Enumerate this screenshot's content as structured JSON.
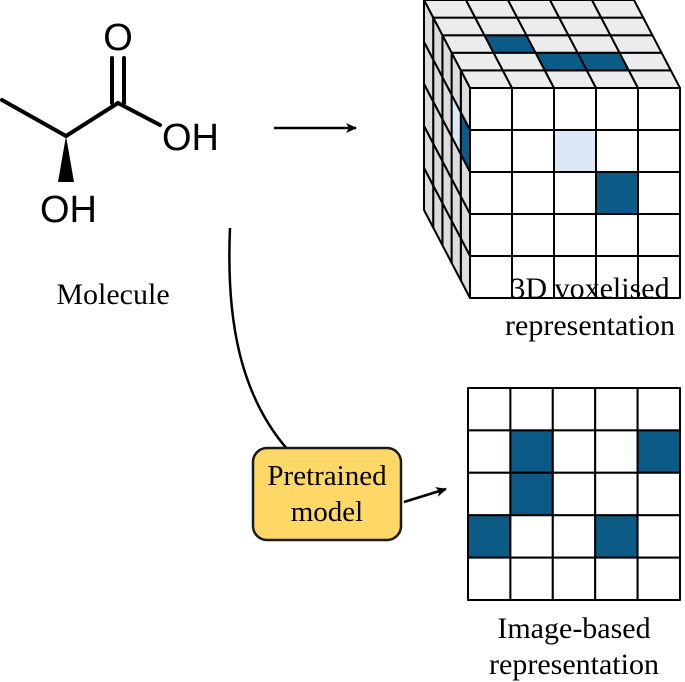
{
  "molecule": {
    "atom_o": "O",
    "atom_oh_acid": "OH",
    "atom_oh_alcohol": "OH",
    "caption": "Molecule"
  },
  "voxel": {
    "caption_line1": "3D voxelised",
    "caption_line2": "representation",
    "grid_size": 5,
    "front_filled": [
      {
        "row": 1,
        "col": 2,
        "shade": "light"
      },
      {
        "row": 2,
        "col": 3,
        "shade": "dark"
      }
    ],
    "side_filled": [
      {
        "row": 1,
        "depth": 0,
        "shade": "dark"
      },
      {
        "row": 1,
        "depth": 1,
        "shade": "light"
      }
    ],
    "top_filled": [
      {
        "depth": 2,
        "col": 1,
        "shade": "dark"
      },
      {
        "depth": 1,
        "col": 2,
        "shade": "dark"
      },
      {
        "depth": 1,
        "col": 3,
        "shade": "dark"
      }
    ]
  },
  "model": {
    "label_line1": "Pretrained",
    "label_line2": "model"
  },
  "image_grid": {
    "caption_line1": "Image-based",
    "caption_line2": "representation",
    "grid_size": 5,
    "filled": [
      {
        "row": 1,
        "col": 1
      },
      {
        "row": 2,
        "col": 1
      },
      {
        "row": 1,
        "col": 4
      },
      {
        "row": 3,
        "col": 0
      },
      {
        "row": 3,
        "col": 3
      }
    ]
  },
  "colors": {
    "dark_fill": "#0c5b87",
    "light_fill": "#dbe9f7",
    "side_face": "#dcdcdf",
    "top_face": "#ececee",
    "front_face": "#ffffff",
    "model_box_fill": "#fdd866",
    "model_box_stroke": "#1a1a1a"
  }
}
